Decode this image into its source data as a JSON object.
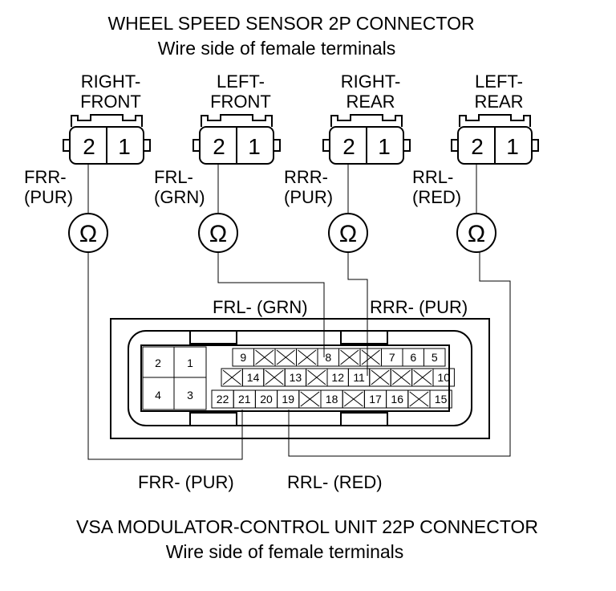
{
  "colors": {
    "ink": "#000000",
    "paper": "#ffffff"
  },
  "header": {
    "title": "WHEEL SPEED SENSOR 2P CONNECTOR",
    "subtitle": "Wire side of female terminals"
  },
  "sensors": [
    {
      "name_line1": "RIGHT-",
      "name_line2": "FRONT",
      "pin2": "2",
      "pin1": "1",
      "wire_line1": "FRR-",
      "wire_line2": "(PUR)",
      "meter_icon": "ohm-meter-icon",
      "meter_symbol": "Ω"
    },
    {
      "name_line1": "LEFT-",
      "name_line2": "FRONT",
      "pin2": "2",
      "pin1": "1",
      "wire_line1": "FRL-",
      "wire_line2": "(GRN)",
      "meter_icon": "ohm-meter-icon",
      "meter_symbol": "Ω"
    },
    {
      "name_line1": "RIGHT-",
      "name_line2": "REAR",
      "pin2": "2",
      "pin1": "1",
      "wire_line1": "RRR-",
      "wire_line2": "(PUR)",
      "meter_icon": "ohm-meter-icon",
      "meter_symbol": "Ω"
    },
    {
      "name_line1": "LEFT-",
      "name_line2": "REAR",
      "pin2": "2",
      "pin1": "1",
      "wire_line1": "RRL-",
      "wire_line2": "(RED)",
      "meter_icon": "ohm-meter-icon",
      "meter_symbol": "Ω"
    }
  ],
  "vsa_labels": {
    "frl": "FRL- (GRN)",
    "rrr": "RRR- (PUR)",
    "frr": "FRR- (PUR)",
    "rrl": "RRL- (RED)"
  },
  "vsa_connector": {
    "large_cavities": [
      "2",
      "1",
      "4",
      "3"
    ],
    "row1": [
      "9",
      "",
      "",
      "",
      "8",
      "",
      "",
      "7",
      "6",
      "5"
    ],
    "row2": [
      "",
      "14",
      "",
      "13",
      "",
      "12",
      "11",
      "",
      "",
      "",
      "10"
    ],
    "row3": [
      "22",
      "21",
      "20",
      "19",
      "",
      "18",
      "",
      "17",
      "16",
      "",
      "15"
    ]
  },
  "footer": {
    "title": "VSA MODULATOR-CONTROL UNIT 22P CONNECTOR",
    "subtitle": "Wire side of female terminals"
  }
}
